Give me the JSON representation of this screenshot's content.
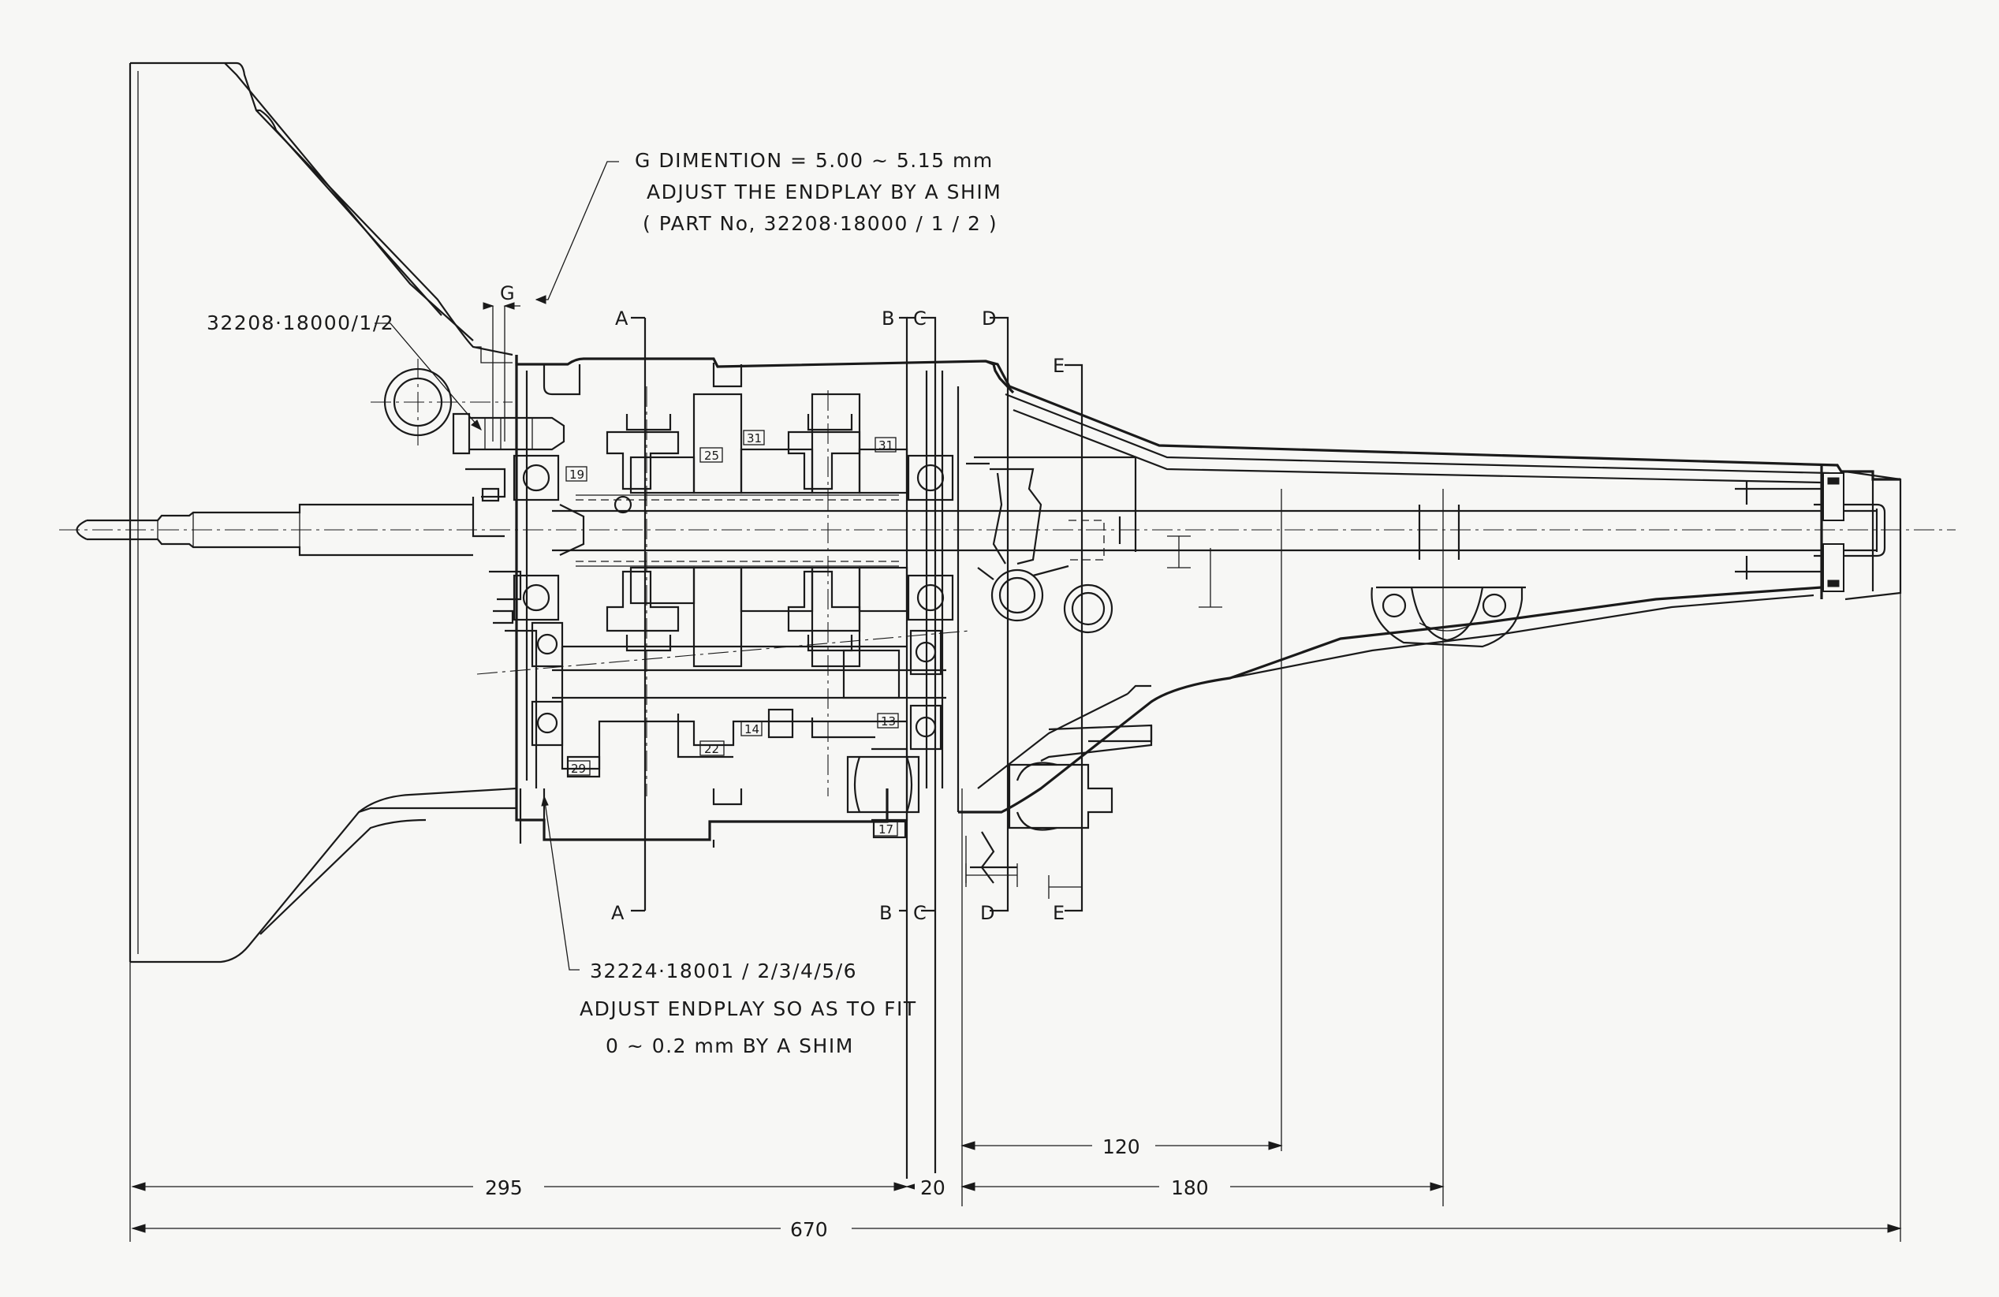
{
  "notes": {
    "g_dimension_line1": "G  DIMENTION = 5.00 ~ 5.15  mm",
    "g_dimension_line2": "ADJUST  THE  ENDPLAY  BY  A  SHIM",
    "g_dimension_line3": "( PART  No, 32208·18000 / 1 / 2 )",
    "shim_part_label": "32208·18000/1/2",
    "endplay_part": "32224·18001 / 2/3/4/5/6",
    "endplay_line2": "ADJUST  ENDPLAY  SO  AS  TO  FIT",
    "endplay_line3": "0 ~ 0.2 mm   BY  A  SHIM",
    "g_label": "G"
  },
  "sections": {
    "a": "A",
    "b": "B",
    "c": "C",
    "d": "D",
    "e": "E"
  },
  "dimensions": {
    "d295": "295",
    "d20": "20",
    "d180": "180",
    "d120": "120",
    "d670": "670"
  },
  "part_numbers": {
    "p19": "19",
    "p25": "25",
    "p31a": "31",
    "p31b": "31",
    "p22": "22",
    "p14": "14",
    "p13": "13",
    "p29": "29",
    "p17": "17"
  }
}
